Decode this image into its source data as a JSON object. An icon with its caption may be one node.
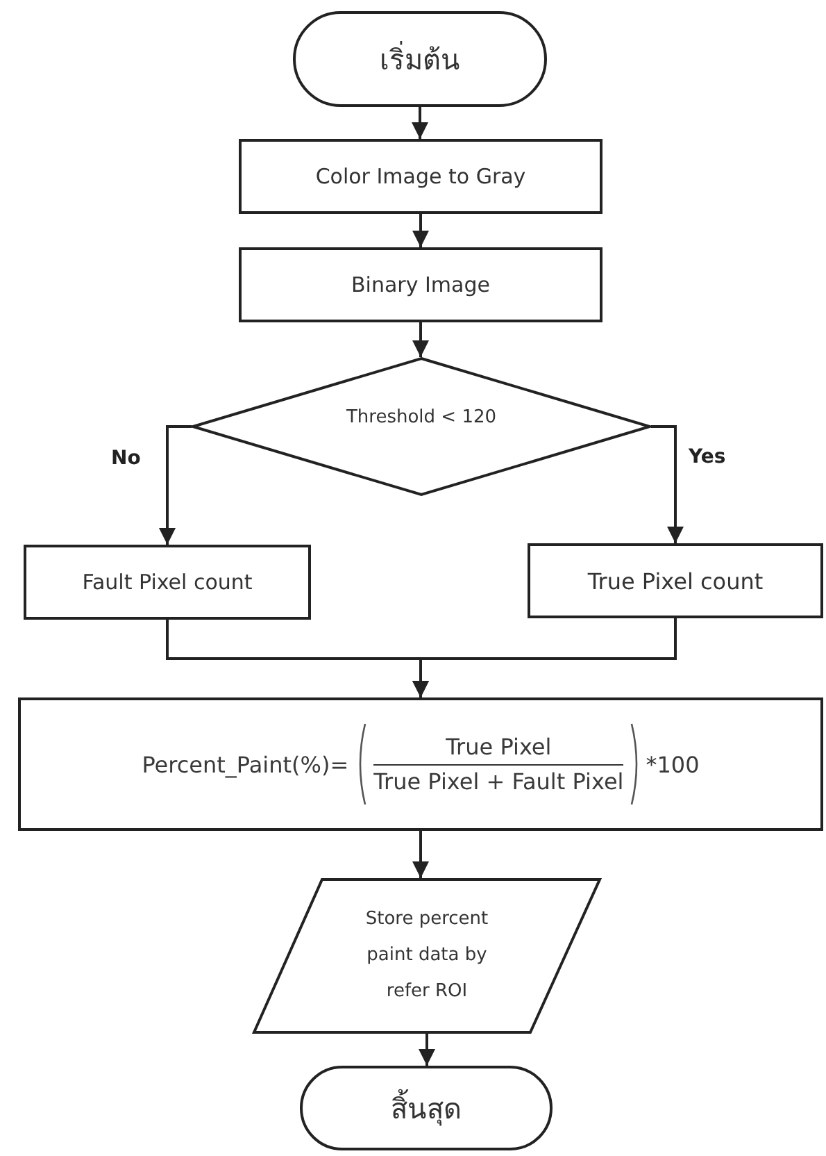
{
  "diagram": {
    "nodes": [
      {
        "text": [
          "เริ่มต้น"
        ]
      },
      {
        "text": [
          "Color Image to Gray"
        ]
      },
      {
        "text": [
          "Binary Image"
        ]
      },
      {
        "text": [
          "Threshold < 120"
        ]
      },
      {
        "text": [
          "Fault Pixel count"
        ]
      },
      {
        "text": [
          "True Pixel count"
        ]
      },
      {
        "text": [
          "Percent_Paint(%)=",
          "True Pixel",
          "True Pixel + Fault Pixel",
          "*100"
        ]
      },
      {
        "text": [
          "Store percent paint data by refer ROI"
        ]
      },
      {
        "text": [
          "สิ้นสุด"
        ]
      }
    ],
    "edges": [
      {
        "from": 0,
        "to": 1,
        "arrow": "to"
      },
      {
        "from": 1,
        "to": 2,
        "arrow": "to"
      },
      {
        "from": 2,
        "to": 3,
        "arrow": "to"
      },
      {
        "from": 3,
        "to": 4,
        "arrow": "to",
        "label": "No"
      },
      {
        "from": 3,
        "to": 5,
        "arrow": "to",
        "label": "Yes"
      },
      {
        "from": 4,
        "to": 6,
        "arrow": "to"
      },
      {
        "from": 5,
        "to": 6,
        "arrow": "to"
      },
      {
        "from": 6,
        "to": 7,
        "arrow": "to"
      },
      {
        "from": 7,
        "to": 8,
        "arrow": "to"
      }
    ]
  }
}
